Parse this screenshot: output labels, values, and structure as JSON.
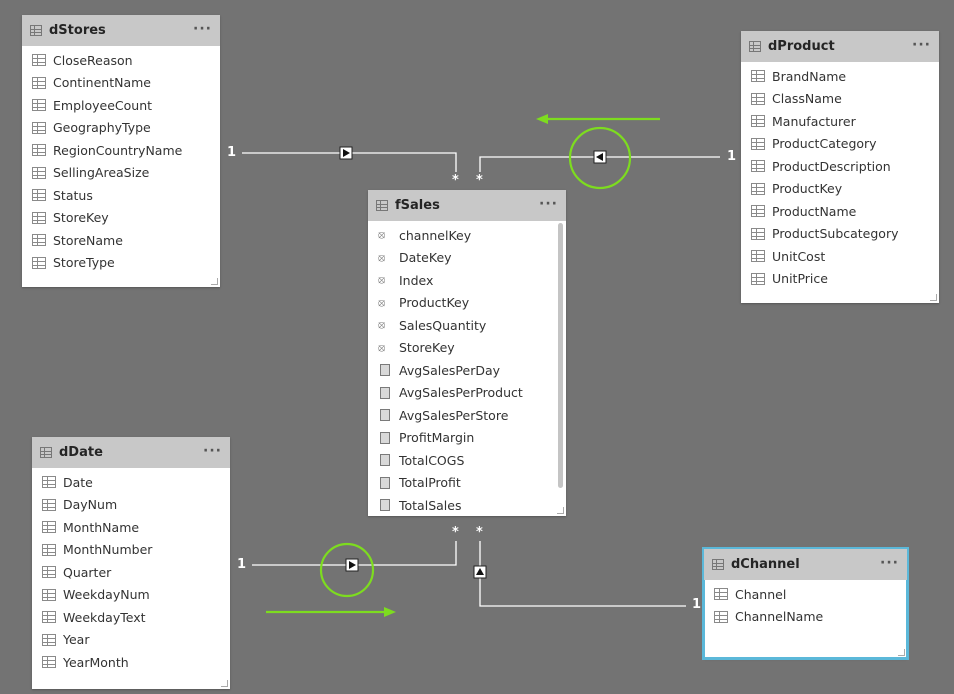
{
  "tables": {
    "dStores": {
      "title": "dStores",
      "more": "···",
      "fields": [
        "CloseReason",
        "ContinentName",
        "EmployeeCount",
        "GeographyType",
        "RegionCountryName",
        "SellingAreaSize",
        "Status",
        "StoreKey",
        "StoreName",
        "StoreType"
      ]
    },
    "dProduct": {
      "title": "dProduct",
      "more": "···",
      "fields": [
        "BrandName",
        "ClassName",
        "Manufacturer",
        "ProductCategory",
        "ProductDescription",
        "ProductKey",
        "ProductName",
        "ProductSubcategory",
        "UnitCost",
        "UnitPrice"
      ]
    },
    "fSales": {
      "title": "fSales",
      "more": "···",
      "hidden_fields": [
        "channelKey",
        "DateKey",
        "Index",
        "ProductKey",
        "SalesQuantity",
        "StoreKey"
      ],
      "measures": [
        "AvgSalesPerDay",
        "AvgSalesPerProduct",
        "AvgSalesPerStore",
        "ProfitMargin",
        "TotalCOGS",
        "TotalProfit",
        "TotalSales"
      ]
    },
    "dDate": {
      "title": "dDate",
      "more": "···",
      "fields": [
        "Date",
        "DayNum",
        "MonthName",
        "MonthNumber",
        "Quarter",
        "WeekdayNum",
        "WeekdayText",
        "Year",
        "YearMonth"
      ]
    },
    "dChannel": {
      "title": "dChannel",
      "more": "···",
      "fields": [
        "Channel",
        "ChannelName"
      ]
    }
  },
  "relationships": {
    "stores_one": "1",
    "stores_many": "*",
    "product_one": "1",
    "product_many": "*",
    "date_one": "1",
    "date_many": "*",
    "channel_one": "1",
    "channel_many": "*"
  },
  "colors": {
    "background": "#737373",
    "highlight": "#7ddc1f",
    "selected_border": "#5bb8d9",
    "line": "#ffffff"
  }
}
